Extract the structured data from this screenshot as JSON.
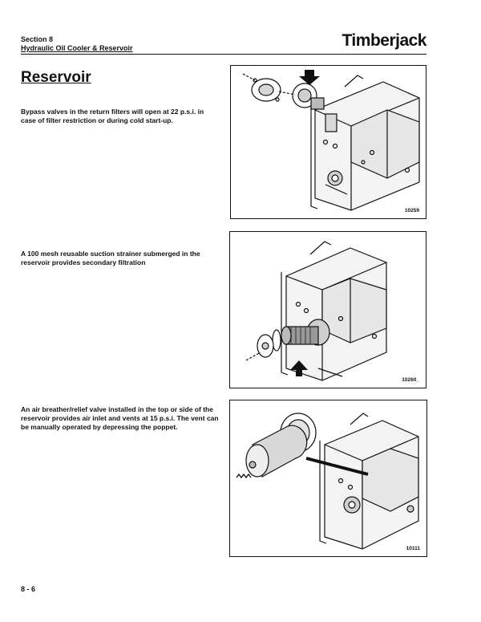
{
  "header": {
    "section": "Section 8",
    "subsection": "Hydraulic Oil Cooler & Reservoir",
    "brand": "Timberjack"
  },
  "title": "Reservoir",
  "paragraphs": [
    "Bypass valves in the return filters will open at 22 p.s.i. in case of filter restriction or during cold start-up.",
    "A 100 mesh reusable suction strainer submerged in the reservoir provides secondary filtration",
    "An air breather/relief valve installed in the top or side of the reservoir provides air inlet and vents at 15 p.s.i. The vent can be manually operated by depressing the poppet."
  ],
  "figures": [
    {
      "id": "10259",
      "icon": "return-filter-bypass-illustration"
    },
    {
      "id": "10260_",
      "icon": "suction-strainer-illustration"
    },
    {
      "id": "10111",
      "icon": "air-breather-valve-illustration"
    }
  ],
  "footer": {
    "page": "8 - 6"
  }
}
